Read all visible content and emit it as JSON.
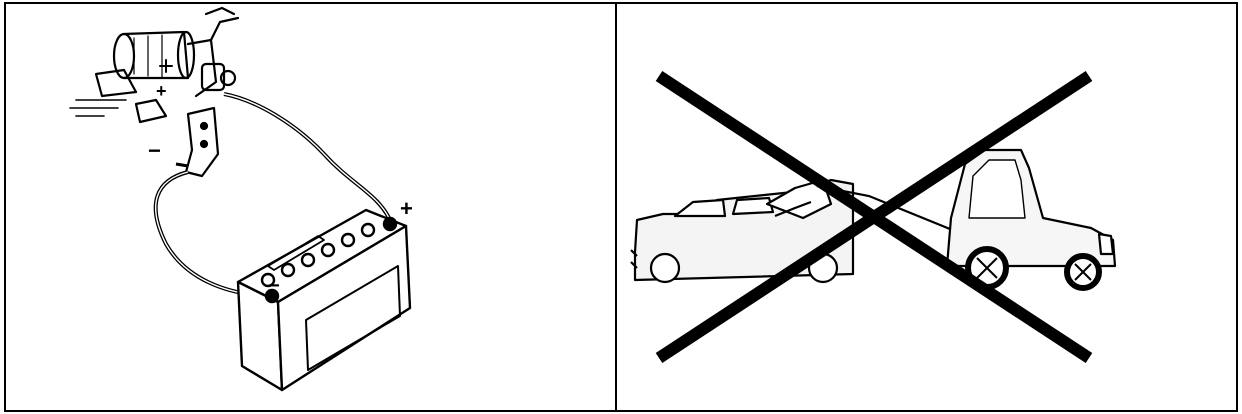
{
  "figure": {
    "panels": [
      {
        "id": "left",
        "subject": "battery-connection",
        "terminal_labels": {
          "positive": "+",
          "negative": "−",
          "starter_positive": "+"
        }
      },
      {
        "id": "right",
        "subject": "towing-prohibited"
      }
    ],
    "colors": {
      "ink": "#000000",
      "paper": "#ffffff",
      "cross": "#000000"
    }
  }
}
